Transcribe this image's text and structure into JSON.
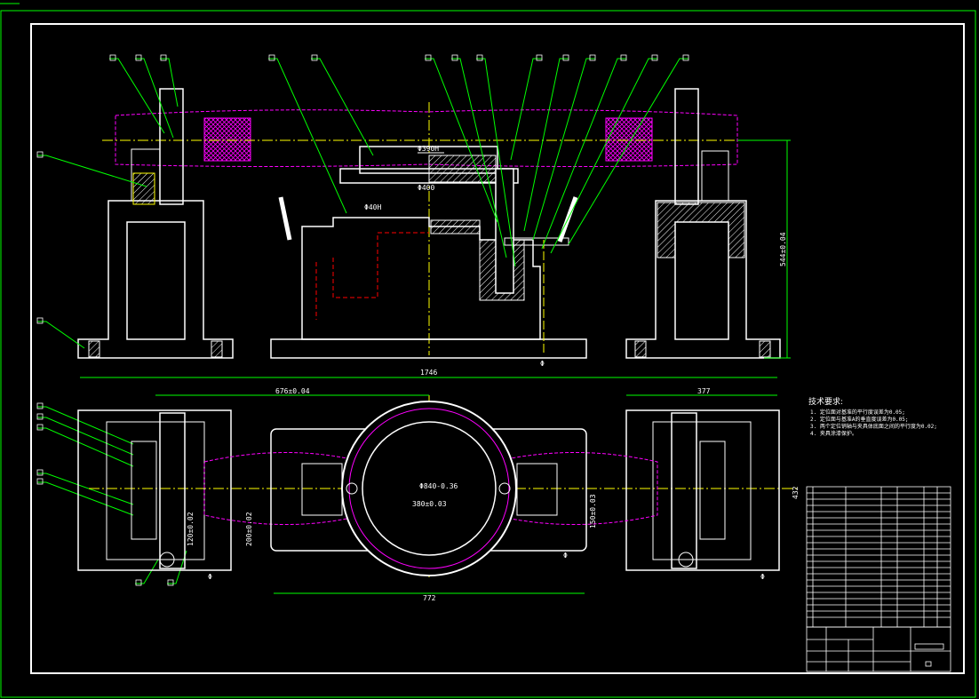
{
  "drawing": {
    "dimensions": {
      "bore_390": "Φ390H",
      "bore_400": "Φ400",
      "bore_40": "Φ40H",
      "height_544": "544±0.04",
      "overall_1746": "1746",
      "span_676": "676±0.04",
      "span_377": "377",
      "bore_840": "Φ840-0.36",
      "bore_inner": "380±0.03",
      "side_150": "150±0.03",
      "side_200": "200±0.02",
      "side_120": "120±0.02",
      "width_772": "772",
      "height_432": "432"
    },
    "datum_symbol": "Φ"
  },
  "tech_notes": {
    "title": "技术要求:",
    "lines": [
      "1. 定位面对基准的平行度误差为0.05;",
      "2. 定位面与基准A的垂直度误差为0.05;",
      "3. 两个定位销轴与夹具体底面之间的平行度为0.02;",
      "4. 夹具涂漆保护。"
    ]
  },
  "colors": {
    "border": "#00ff00",
    "outline": "#ffffff",
    "workpiece": "#ff00ff",
    "center_line": "#ffff00",
    "leader": "#00ff00",
    "hidden": "#ff0000"
  }
}
